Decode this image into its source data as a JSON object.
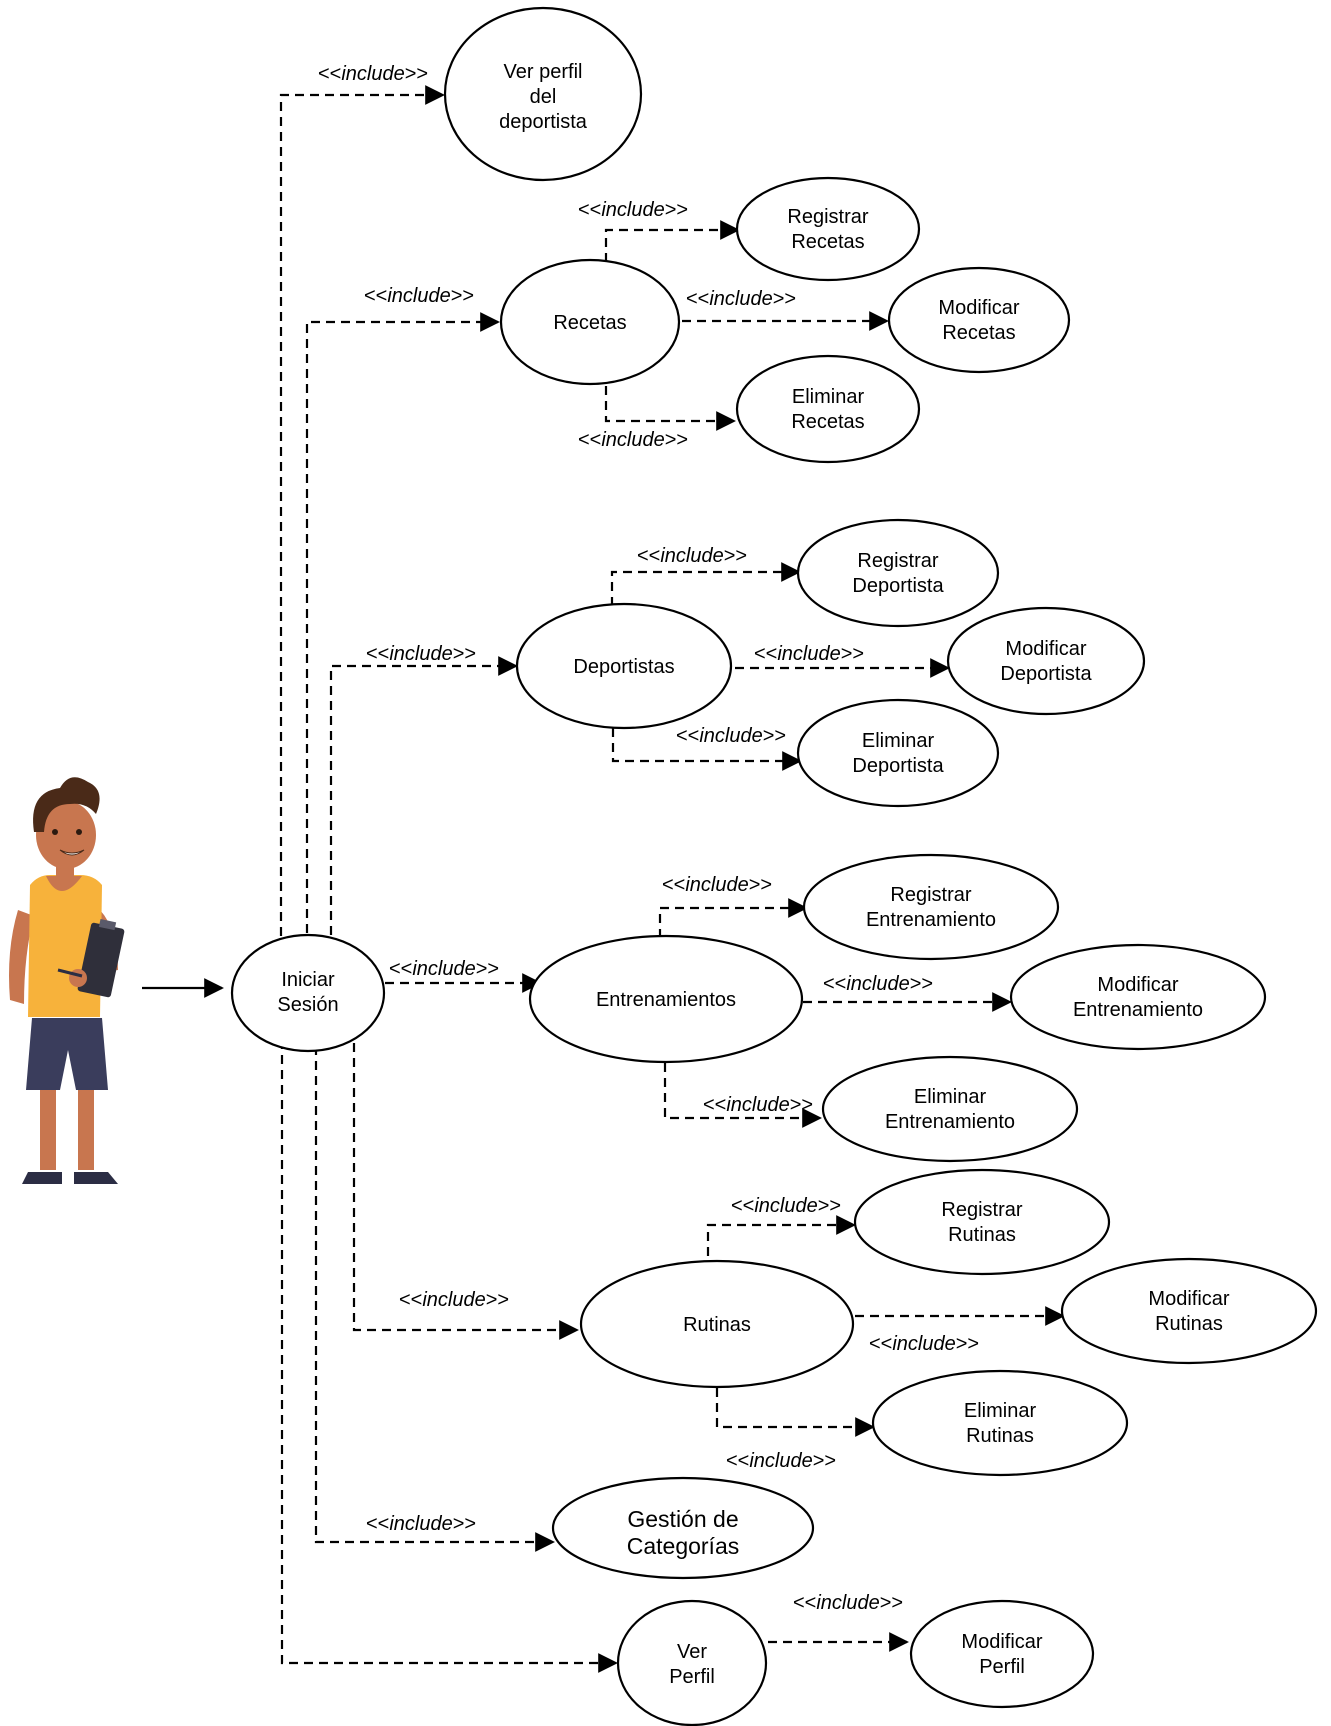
{
  "stereotype": {
    "open": "<<",
    "keyword": "include",
    "close": ">>"
  },
  "actor": {
    "icon": "athlete-with-clipboard"
  },
  "colors": {
    "line": "#000000",
    "shirt": "#f7b23b",
    "shorts": "#3a3d5c",
    "skin": "#c8764f",
    "hair": "#4a2a18"
  },
  "use_cases": {
    "iniciar": [
      "Iniciar",
      "Sesión"
    ],
    "ver_perfil_deportista": [
      "Ver perfil",
      "del",
      "deportista"
    ],
    "recetas": [
      "Recetas"
    ],
    "registrar_recetas": [
      "Registrar",
      "Recetas"
    ],
    "modificar_recetas": [
      "Modificar",
      "Recetas"
    ],
    "eliminar_recetas": [
      "Eliminar",
      "Recetas"
    ],
    "deportistas": [
      "Deportistas"
    ],
    "registrar_deportista": [
      "Registrar",
      "Deportista"
    ],
    "modificar_deportista": [
      "Modificar",
      "Deportista"
    ],
    "eliminar_deportista": [
      "Eliminar",
      "Deportista"
    ],
    "entrenamientos": [
      "Entrenamientos"
    ],
    "registrar_entrenamiento": [
      "Registrar",
      "Entrenamiento"
    ],
    "modificar_entrenamiento": [
      "Modificar",
      "Entrenamiento"
    ],
    "eliminar_entrenamiento": [
      "Eliminar",
      "Entrenamiento"
    ],
    "rutinas": [
      "Rutinas"
    ],
    "registrar_rutinas": [
      "Registrar",
      "Rutinas"
    ],
    "modificar_rutinas": [
      "Modificar",
      "Rutinas"
    ],
    "eliminar_rutinas": [
      "Eliminar",
      "Rutinas"
    ],
    "gestion_categorias": [
      "Gestión de",
      "Categorías"
    ],
    "ver_perfil": [
      "Ver",
      "Perfil"
    ],
    "modificar_perfil": [
      "Modificar",
      "Perfil"
    ]
  }
}
